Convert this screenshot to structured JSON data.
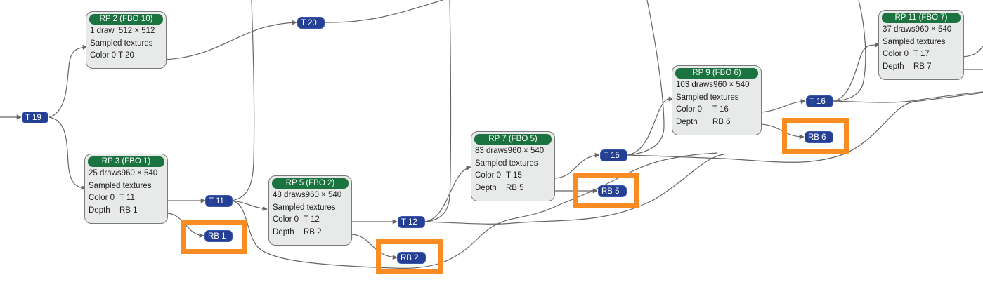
{
  "colors": {
    "pass_header": "#1b7340",
    "pass_body": "#e8e9e9",
    "resource": "#243f94",
    "highlight": "#fb8c24",
    "edge": "#666666"
  },
  "render_passes": [
    {
      "id": "rp2",
      "title": "RP 2 (FBO 10)",
      "draws": "1 draw",
      "size": "512 × 512",
      "sampled": "Sampled textures",
      "color_label": "Color 0",
      "color_value": "T 20",
      "depth_label": "",
      "depth_value": ""
    },
    {
      "id": "rp3",
      "title": "RP 3 (FBO 1)",
      "draws": "25 draws",
      "size": "960 × 540",
      "sampled": "Sampled textures",
      "color_label": "Color 0",
      "color_value": "T 11",
      "depth_label": "Depth",
      "depth_value": "RB 1"
    },
    {
      "id": "rp5",
      "title": "RP 5 (FBO 2)",
      "draws": "48 draws",
      "size": "960 × 540",
      "sampled": "Sampled textures",
      "color_label": "Color 0",
      "color_value": "T 12",
      "depth_label": "Depth",
      "depth_value": "RB 2"
    },
    {
      "id": "rp7",
      "title": "RP 7 (FBO 5)",
      "draws": "83 draws",
      "size": "960 × 540",
      "sampled": "Sampled textures",
      "color_label": "Color 0",
      "color_value": "T 15",
      "depth_label": "Depth",
      "depth_value": "RB 5"
    },
    {
      "id": "rp9",
      "title": "RP 9 (FBO 6)",
      "draws": "103 draws",
      "size": "960 × 540",
      "sampled": "Sampled textures",
      "color_label": "Color 0",
      "color_value": "T 16",
      "depth_label": "Depth",
      "depth_value": "RB 6"
    },
    {
      "id": "rp11",
      "title": "RP 11 (FBO 7)",
      "draws": "37 draws",
      "size": "960 × 540",
      "sampled": "Sampled textures",
      "color_label": "Color 0",
      "color_value": "T 17",
      "depth_label": "Depth",
      "depth_value": "RB 7"
    }
  ],
  "resources": [
    {
      "id": "t19",
      "label": "T 19",
      "highlighted": false
    },
    {
      "id": "t20",
      "label": "T 20",
      "highlighted": false
    },
    {
      "id": "t11",
      "label": "T 11",
      "highlighted": false
    },
    {
      "id": "rb1",
      "label": "RB 1",
      "highlighted": true
    },
    {
      "id": "t12",
      "label": "T 12",
      "highlighted": false
    },
    {
      "id": "rb2",
      "label": "RB 2",
      "highlighted": true
    },
    {
      "id": "t15",
      "label": "T 15",
      "highlighted": false
    },
    {
      "id": "rb5",
      "label": "RB 5",
      "highlighted": true
    },
    {
      "id": "t16",
      "label": "T 16",
      "highlighted": false
    },
    {
      "id": "rb6",
      "label": "RB 6",
      "highlighted": true
    }
  ]
}
